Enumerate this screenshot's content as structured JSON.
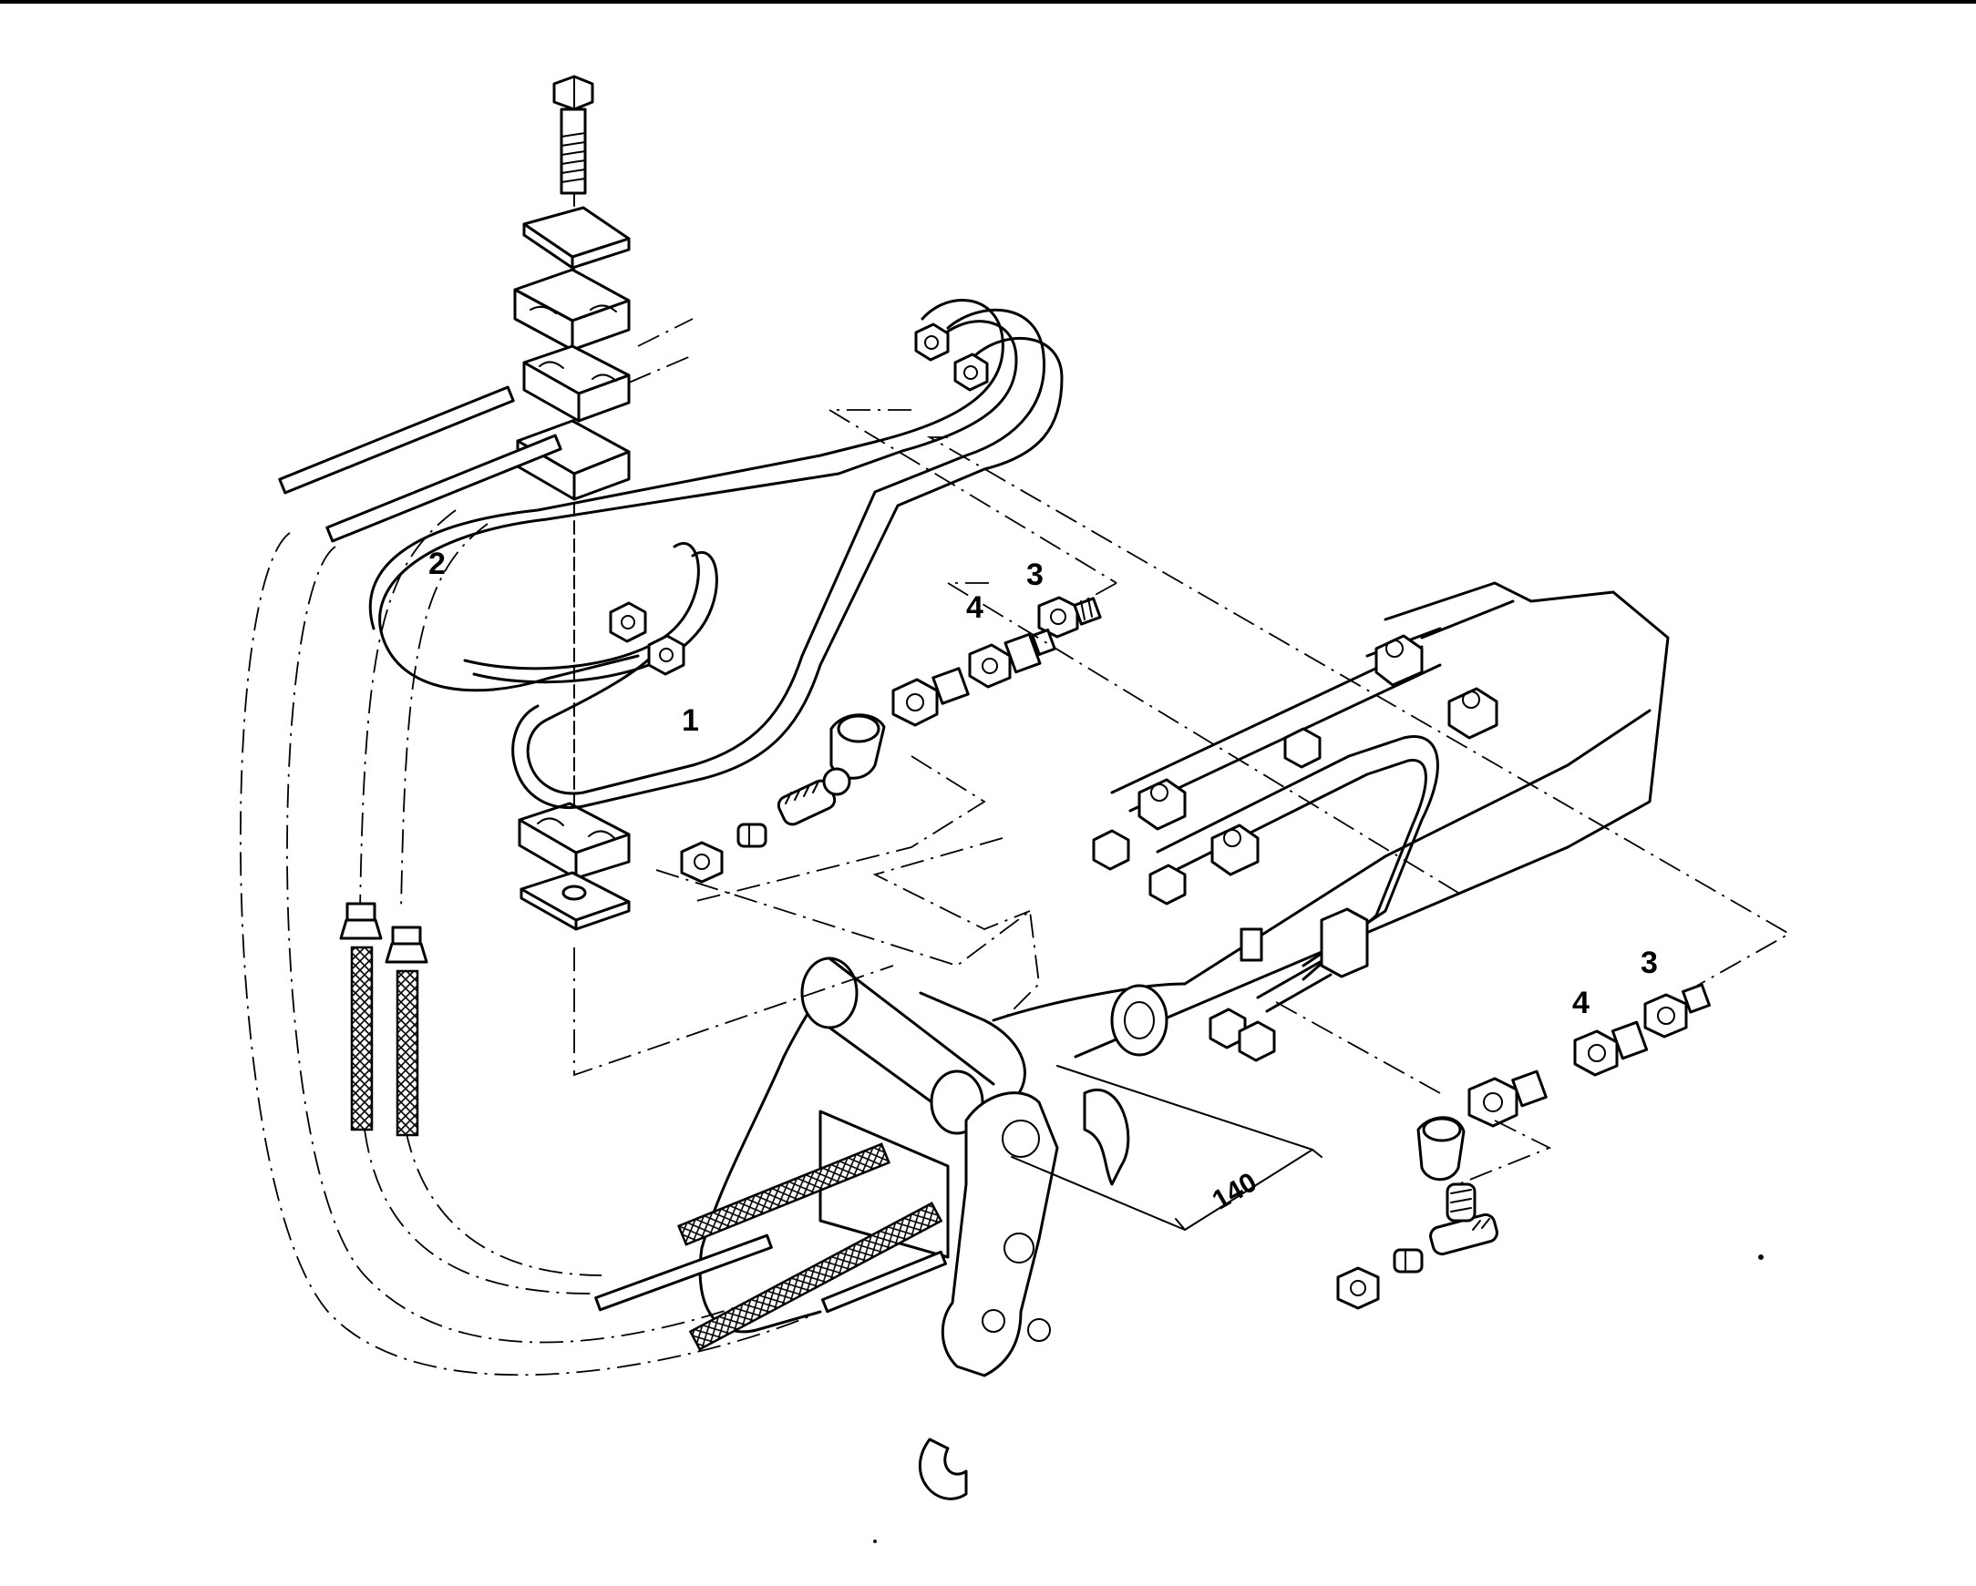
{
  "callouts": {
    "upper_1": "1",
    "upper_2": "2",
    "upper_3": "3",
    "upper_4": "4",
    "lower_3": "3",
    "lower_4": "4"
  },
  "dimension": {
    "value": "140"
  },
  "line_color": "#000000",
  "background_color": "#ffffff"
}
